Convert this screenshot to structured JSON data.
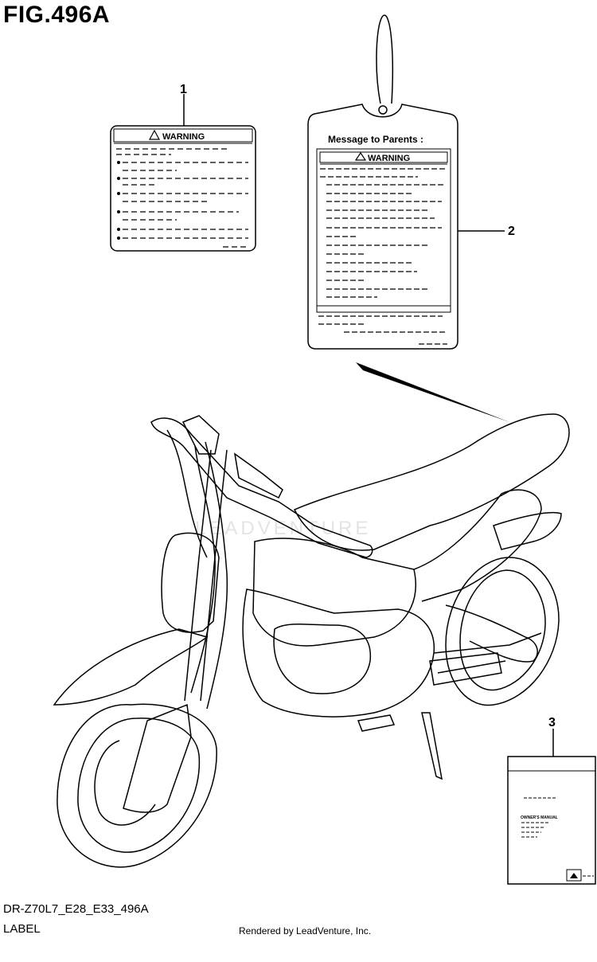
{
  "figure": {
    "title": "FIG.496A"
  },
  "callouts": [
    "1",
    "2",
    "3"
  ],
  "label1": {
    "heading": "WARNING"
  },
  "label2": {
    "title": "Message to Parents :",
    "heading": "WARNING"
  },
  "label3": {
    "heading": "OWNER'S MANUAL"
  },
  "watermark": "LEADVENTURE",
  "footer": {
    "code": "DR-Z70L7_E28_E33_496A",
    "name": "LABEL",
    "rendered_by": "Rendered by LeadVenture, Inc."
  }
}
